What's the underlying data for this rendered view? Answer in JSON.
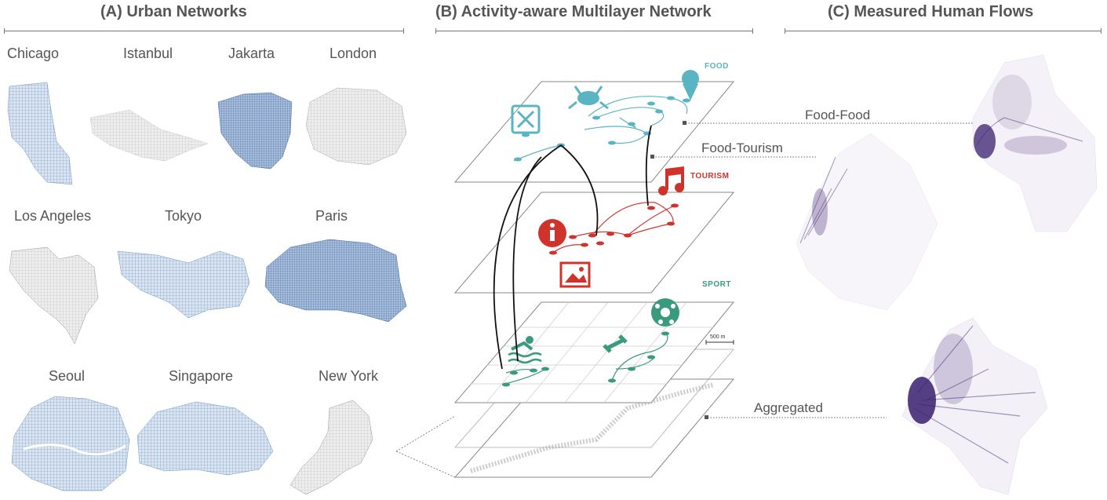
{
  "panels": {
    "a_title": "(A) Urban Networks",
    "b_title": "(B) Activity-aware Multilayer Network",
    "c_title": "(C) Measured Human Flows"
  },
  "cities": [
    "Chicago",
    "Istanbul",
    "Jakarta",
    "London",
    "Los Angeles",
    "Tokyo",
    "Paris",
    "Seoul",
    "Singapore",
    "New York"
  ],
  "layers": {
    "food": "FOOD",
    "tourism": "TOURISM",
    "sport": "SPORT",
    "scale": "500 m"
  },
  "flows": {
    "food_food": "Food-Food",
    "food_tourism": "Food-Tourism",
    "aggregated": "Aggregated"
  },
  "colors": {
    "food": "#5ab4c4",
    "tourism": "#d0332c",
    "sport": "#3a9a7e",
    "city_map": "#6f94c0",
    "flow": "#3a1f6e"
  }
}
